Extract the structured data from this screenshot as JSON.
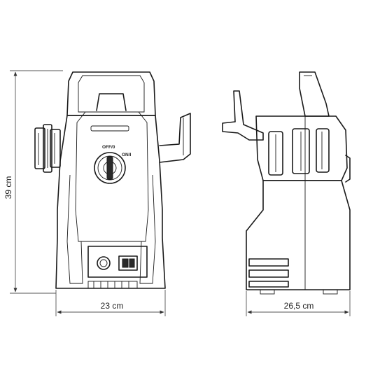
{
  "dimensions": {
    "height_label": "39 cm",
    "front_width_label": "23 cm",
    "side_depth_label": "26,5 cm"
  },
  "knob": {
    "off_label": "OFF/0",
    "on_label": "ON/I"
  },
  "colors": {
    "line": "#1a1a1a",
    "dimension_line": "#555555",
    "background": "#ffffff"
  }
}
